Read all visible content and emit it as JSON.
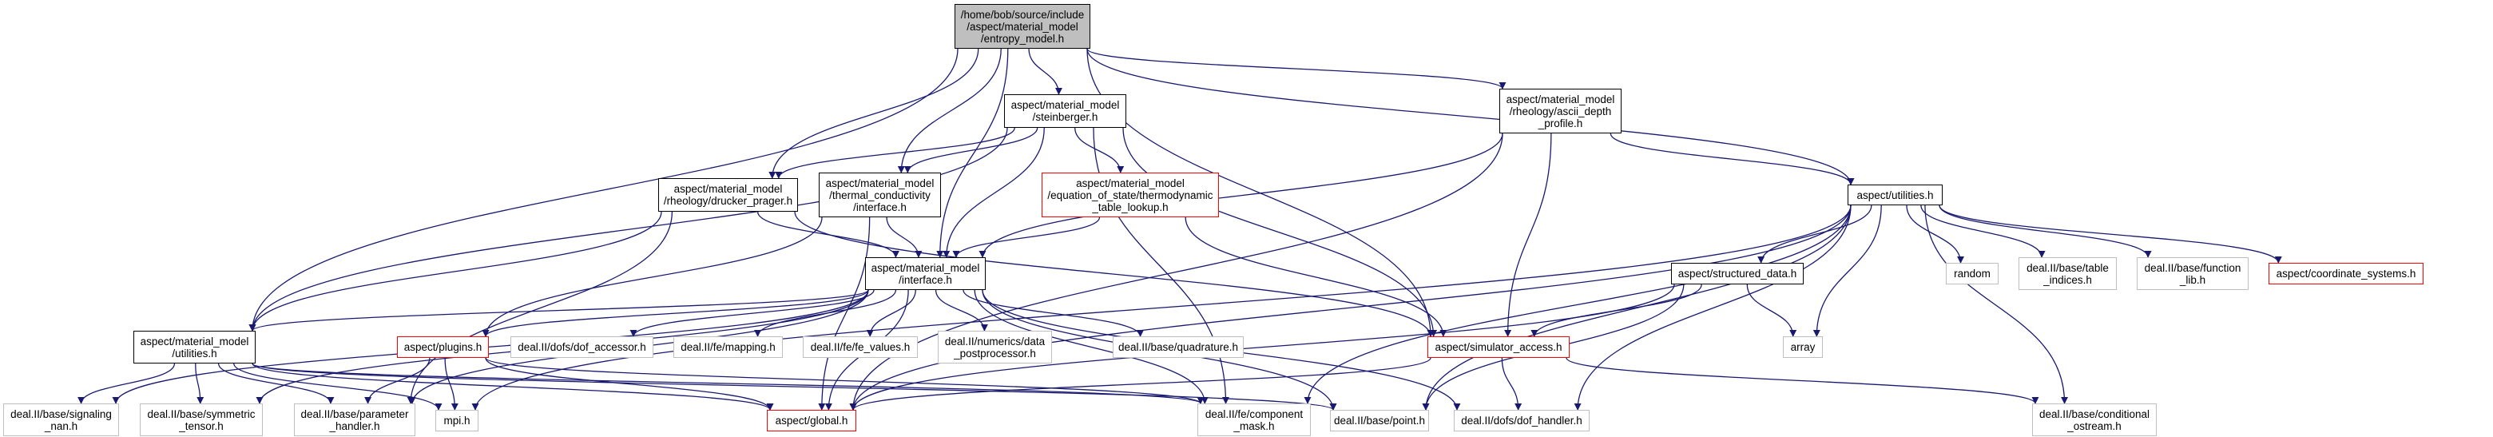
{
  "graph": {
    "title": "Include dependency graph for entropy_model.h",
    "edge_color": "#191970",
    "node_styles": {
      "root_fill": "#bfbfbf",
      "documented_border": "#000000",
      "undocumented_border": "#ff0000",
      "external_border": "#bfbfbf"
    },
    "nodes": {
      "entropy_model": {
        "label": "/home/bob/source/include\n/aspect/material_model\n/entropy_model.h",
        "kind": "root"
      },
      "steinberger": {
        "label": "aspect/material_model\n/steinberger.h",
        "kind": "doc"
      },
      "ascii_depth_profile": {
        "label": "aspect/material_model\n/rheology/ascii_depth\n_profile.h",
        "kind": "doc"
      },
      "drucker_prager": {
        "label": "aspect/material_model\n/rheology/drucker_prager.h",
        "kind": "doc"
      },
      "thermal_conductivity": {
        "label": "aspect/material_model\n/thermal_conductivity\n/interface.h",
        "kind": "doc"
      },
      "thermodynamic_table_lookup": {
        "label": "aspect/material_model\n/equation_of_state/thermodynamic\n_table_lookup.h",
        "kind": "red"
      },
      "mm_interface": {
        "label": "aspect/material_model\n/interface.h",
        "kind": "doc"
      },
      "utilities": {
        "label": "aspect/utilities.h",
        "kind": "doc"
      },
      "mm_utilities": {
        "label": "aspect/material_model\n/utilities.h",
        "kind": "doc"
      },
      "plugins": {
        "label": "aspect/plugins.h",
        "kind": "red"
      },
      "dof_accessor": {
        "label": "deal.II/dofs/dof_accessor.h",
        "kind": "ext"
      },
      "mapping": {
        "label": "deal.II/fe/mapping.h",
        "kind": "ext"
      },
      "fe_values": {
        "label": "deal.II/fe/fe_values.h",
        "kind": "ext"
      },
      "data_postprocessor": {
        "label": "deal.II/numerics/data\n_postprocessor.h",
        "kind": "ext"
      },
      "quadrature": {
        "label": "deal.II/base/quadrature.h",
        "kind": "ext"
      },
      "simulator_access": {
        "label": "aspect/simulator_access.h",
        "kind": "red"
      },
      "structured_data": {
        "label": "aspect/structured_data.h",
        "kind": "doc"
      },
      "array": {
        "label": "array",
        "kind": "ext"
      },
      "random": {
        "label": "random",
        "kind": "ext"
      },
      "table_indices": {
        "label": "deal.II/base/table\n_indices.h",
        "kind": "ext"
      },
      "function_lib": {
        "label": "deal.II/base/function\n_lib.h",
        "kind": "ext"
      },
      "coordinate_systems": {
        "label": "aspect/coordinate_systems.h",
        "kind": "red"
      },
      "signaling_nan": {
        "label": "deal.II/base/signaling\n_nan.h",
        "kind": "ext"
      },
      "symmetric_tensor": {
        "label": "deal.II/base/symmetric\n_tensor.h",
        "kind": "ext"
      },
      "parameter_handler": {
        "label": "deal.II/base/parameter\n_handler.h",
        "kind": "ext"
      },
      "mpi": {
        "label": "mpi.h",
        "kind": "ext"
      },
      "global": {
        "label": "aspect/global.h",
        "kind": "red"
      },
      "component_mask": {
        "label": "deal.II/fe/component\n_mask.h",
        "kind": "ext"
      },
      "point": {
        "label": "deal.II/base/point.h",
        "kind": "ext"
      },
      "dof_handler": {
        "label": "deal.II/dofs/dof_handler.h",
        "kind": "ext"
      },
      "conditional_ostream": {
        "label": "deal.II/base/conditional\n_ostream.h",
        "kind": "ext"
      }
    },
    "edges": [
      [
        "entropy_model",
        "steinberger"
      ],
      [
        "entropy_model",
        "ascii_depth_profile"
      ],
      [
        "entropy_model",
        "drucker_prager"
      ],
      [
        "entropy_model",
        "thermal_conductivity"
      ],
      [
        "entropy_model",
        "mm_interface"
      ],
      [
        "entropy_model",
        "mm_utilities"
      ],
      [
        "entropy_model",
        "utilities"
      ],
      [
        "entropy_model",
        "simulator_access"
      ],
      [
        "steinberger",
        "drucker_prager"
      ],
      [
        "steinberger",
        "thermal_conductivity"
      ],
      [
        "steinberger",
        "thermodynamic_table_lookup"
      ],
      [
        "steinberger",
        "mm_interface"
      ],
      [
        "steinberger",
        "mm_utilities"
      ],
      [
        "steinberger",
        "simulator_access"
      ],
      [
        "steinberger",
        "component_mask"
      ],
      [
        "ascii_depth_profile",
        "mm_interface"
      ],
      [
        "ascii_depth_profile",
        "utilities"
      ],
      [
        "ascii_depth_profile",
        "simulator_access"
      ],
      [
        "ascii_depth_profile",
        "global"
      ],
      [
        "drucker_prager",
        "mm_interface"
      ],
      [
        "drucker_prager",
        "mm_utilities"
      ],
      [
        "drucker_prager",
        "simulator_access"
      ],
      [
        "drucker_prager",
        "parameter_handler"
      ],
      [
        "thermal_conductivity",
        "mm_interface"
      ],
      [
        "thermal_conductivity",
        "plugins"
      ],
      [
        "thermal_conductivity",
        "global"
      ],
      [
        "thermodynamic_table_lookup",
        "mm_interface"
      ],
      [
        "thermodynamic_table_lookup",
        "simulator_access"
      ],
      [
        "mm_interface",
        "mm_utilities"
      ],
      [
        "mm_interface",
        "plugins"
      ],
      [
        "mm_interface",
        "dof_accessor"
      ],
      [
        "mm_interface",
        "mapping"
      ],
      [
        "mm_interface",
        "fe_values"
      ],
      [
        "mm_interface",
        "data_postprocessor"
      ],
      [
        "mm_interface",
        "quadrature"
      ],
      [
        "mm_interface",
        "global"
      ],
      [
        "mm_interface",
        "component_mask"
      ],
      [
        "mm_interface",
        "point"
      ],
      [
        "mm_interface",
        "dof_handler"
      ],
      [
        "mm_interface",
        "signaling_nan"
      ],
      [
        "mm_interface",
        "symmetric_tensor"
      ],
      [
        "mm_interface",
        "parameter_handler"
      ],
      [
        "mm_utilities",
        "signaling_nan"
      ],
      [
        "mm_utilities",
        "symmetric_tensor"
      ],
      [
        "mm_utilities",
        "parameter_handler"
      ],
      [
        "mm_utilities",
        "mpi"
      ],
      [
        "mm_utilities",
        "global"
      ],
      [
        "mm_utilities",
        "component_mask"
      ],
      [
        "mm_utilities",
        "point"
      ],
      [
        "plugins",
        "parameter_handler"
      ],
      [
        "plugins",
        "mpi"
      ],
      [
        "plugins",
        "global"
      ],
      [
        "plugins",
        "component_mask"
      ],
      [
        "simulator_access",
        "global"
      ],
      [
        "simulator_access",
        "dof_handler"
      ],
      [
        "simulator_access",
        "conditional_ostream"
      ],
      [
        "utilities",
        "structured_data"
      ],
      [
        "utilities",
        "array"
      ],
      [
        "utilities",
        "random"
      ],
      [
        "utilities",
        "table_indices"
      ],
      [
        "utilities",
        "function_lib"
      ],
      [
        "utilities",
        "coordinate_systems"
      ],
      [
        "utilities",
        "global"
      ],
      [
        "utilities",
        "point"
      ],
      [
        "utilities",
        "mpi"
      ],
      [
        "utilities",
        "component_mask"
      ],
      [
        "utilities",
        "dof_handler"
      ],
      [
        "utilities",
        "conditional_ostream"
      ],
      [
        "structured_data",
        "simulator_access"
      ],
      [
        "structured_data",
        "array"
      ],
      [
        "structured_data",
        "global"
      ],
      [
        "structured_data",
        "point"
      ]
    ]
  }
}
